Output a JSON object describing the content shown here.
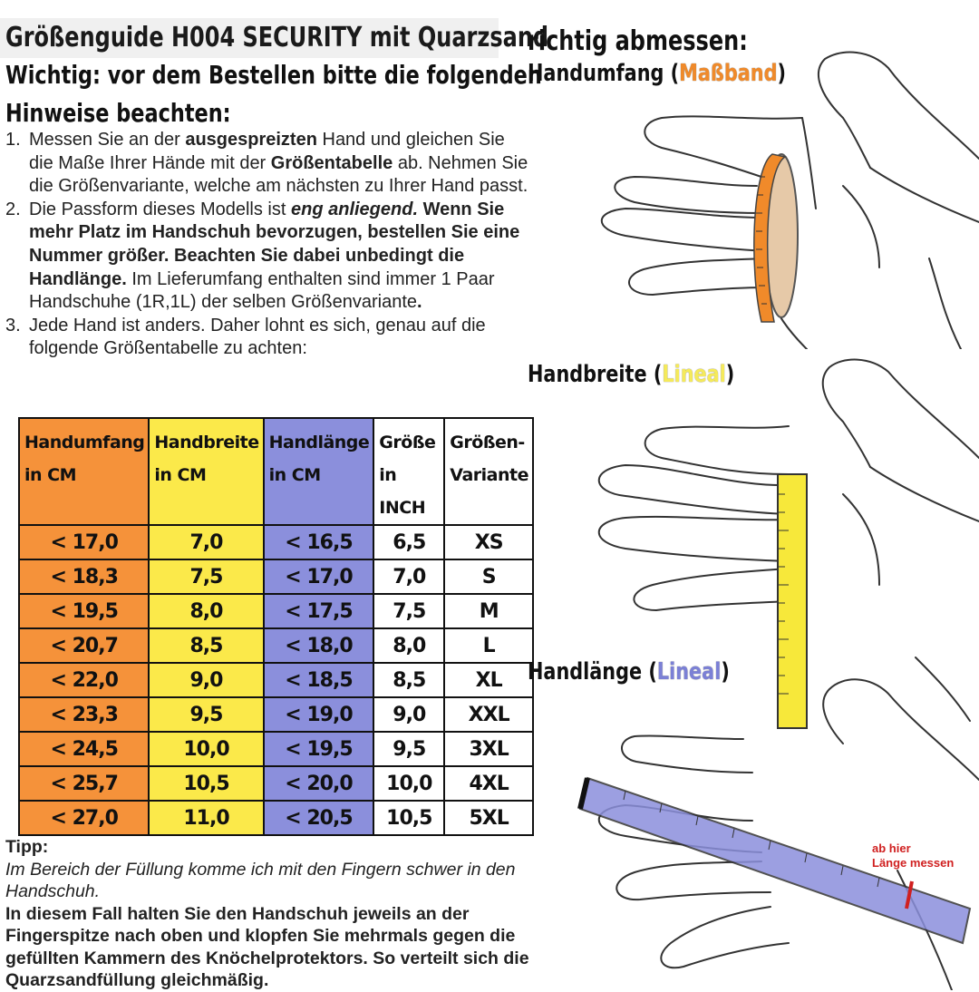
{
  "header": {
    "title": "Größenguide H004 SECURITY mit Quarzsand",
    "subtitle_line1": "Wichtig: vor dem Bestellen bitte die folgenden",
    "subtitle_line2": "Hinweise beachten:"
  },
  "instructions": [
    {
      "num": "1.",
      "parts": [
        {
          "t": "Messen Sie an der ",
          "s": "n"
        },
        {
          "t": "ausgespreizten",
          "s": "b"
        },
        {
          "t": " Hand und gleichen Sie die Maße Ihrer Hände mit der ",
          "s": "n"
        },
        {
          "t": "Größentabelle",
          "s": "b"
        },
        {
          "t": " ab. Nehmen Sie die Größenvariante, welche am nächsten zu Ihrer Hand passt.",
          "s": "n"
        }
      ]
    },
    {
      "num": "2.",
      "parts": [
        {
          "t": "Die Passform dieses Modells ist ",
          "s": "n"
        },
        {
          "t": "eng anliegend.",
          "s": "bi"
        },
        {
          "t": " Wenn Sie mehr Platz im Handschuh bevorzugen, bestellen Sie eine Nummer größer. Beachten Sie dabei unbedingt die Handlänge.",
          "s": "b"
        },
        {
          "t": " Im Lieferumfang enthalten sind immer 1 Paar Handschuhe (1R,1L) der selben Größenvariante",
          "s": "n"
        },
        {
          "t": ".",
          "s": "b"
        }
      ]
    },
    {
      "num": "3.",
      "parts": [
        {
          "t": "Jede Hand ist anders. Daher lohnt es sich, genau auf die folgende Größentabelle zu achten:",
          "s": "n"
        }
      ]
    }
  ],
  "size_table": {
    "headers": [
      {
        "l1": "Handumfang",
        "l2": "in CM"
      },
      {
        "l1": "Handbreite",
        "l2": "in CM"
      },
      {
        "l1": "Handlänge",
        "l2": "in CM"
      },
      {
        "l1": "Größe",
        "l2": "in INCH"
      },
      {
        "l1": "Größen-",
        "l2": "Variante"
      }
    ],
    "rows": [
      [
        "< 17,0",
        "7,0",
        "< 16,5",
        "6,5",
        "XS"
      ],
      [
        "< 18,3",
        "7,5",
        "< 17,0",
        "7,0",
        "S"
      ],
      [
        "< 19,5",
        "8,0",
        "< 17,5",
        "7,5",
        "M"
      ],
      [
        "< 20,7",
        "8,5",
        "< 18,0",
        "8,0",
        "L"
      ],
      [
        "< 22,0",
        "9,0",
        "< 18,5",
        "8,5",
        "XL"
      ],
      [
        "< 23,3",
        "9,5",
        "< 19,0",
        "9,0",
        "XXL"
      ],
      [
        "< 24,5",
        "10,0",
        "< 19,5",
        "9,5",
        "3XL"
      ],
      [
        "< 25,7",
        "10,5",
        "< 20,0",
        "10,0",
        "4XL"
      ],
      [
        "< 27,0",
        "11,0",
        "< 20,5",
        "10,5",
        "5XL"
      ]
    ]
  },
  "tip": {
    "heading": "Tipp:",
    "italic": "Im Bereich der Füllung komme ich mit den Fingern schwer in den Handschuh.",
    "bold": "In diesem Fall halten Sie den Handschuh jeweils an der Fingerspitze nach oben und klopfen Sie mehrmals gegen die gefüllten Kammern des Knöchelprotektors. So verteilt sich die Quarzsandfüllung gleichmäßig."
  },
  "measure": {
    "title": "richtig abmessen:",
    "labels": [
      {
        "pre": "Handumfang (",
        "accent": "Maßband",
        "post": ")",
        "color": "#f08a2a"
      },
      {
        "pre": "Handbreite (",
        "accent": "Lineal",
        "post": ")",
        "color": "#f5ea5a"
      },
      {
        "pre": "Handlänge (",
        "accent": "Lineal",
        "post": ")",
        "color": "#7b80d6"
      }
    ],
    "annotation_line1": "ab hier",
    "annotation_line2": "Länge messen"
  },
  "colors": {
    "orange": "#f5923a",
    "yellow": "#fbe94a",
    "blue": "#8b8fdc",
    "annotation_red": "#d02020"
  }
}
